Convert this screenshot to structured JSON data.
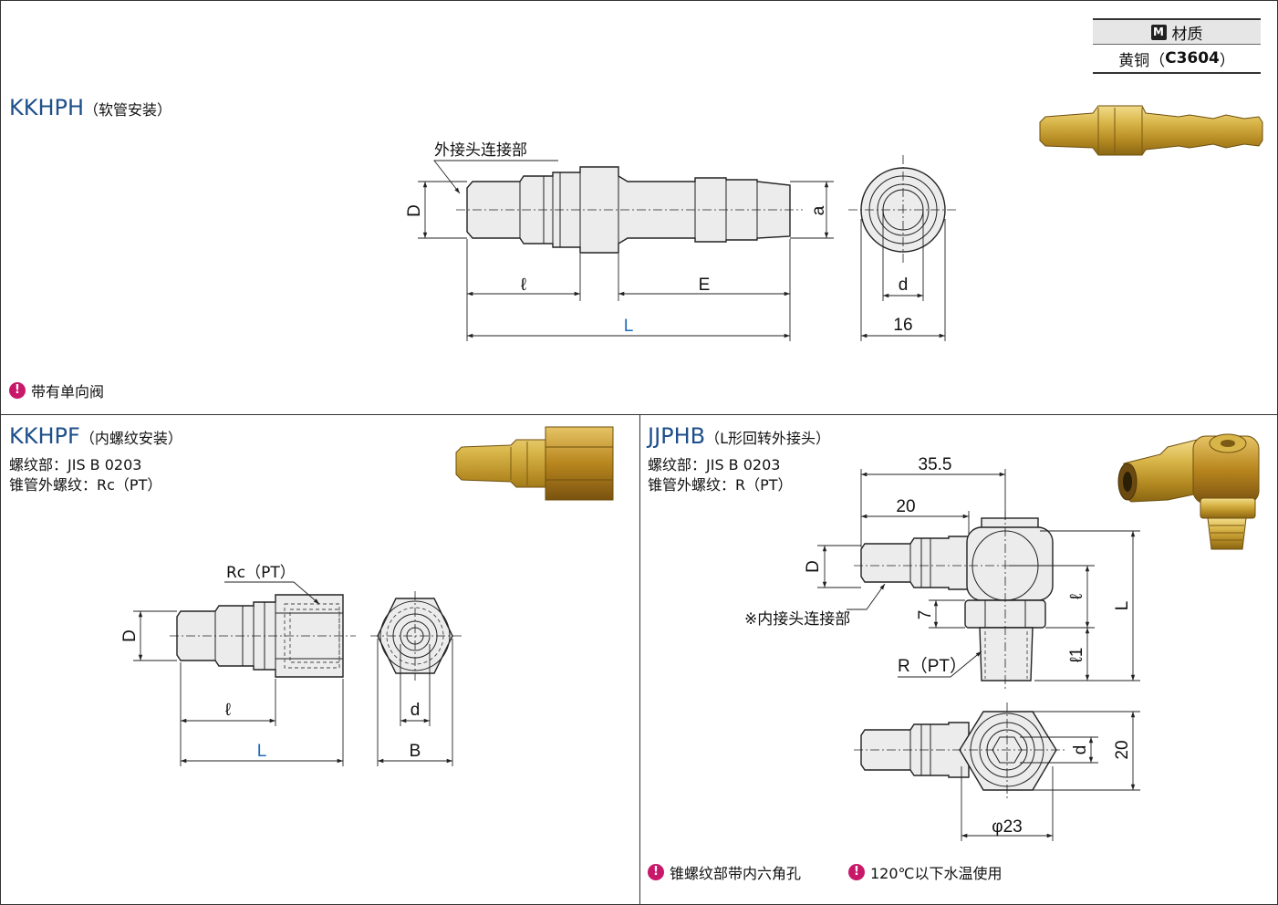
{
  "material": {
    "header": "材质",
    "badge": "M",
    "value_prefix": "黄铜（",
    "value_code": "C3604",
    "value_suffix": "）"
  },
  "kkhph": {
    "title": "KKHPH",
    "title_suffix": "（软管安装）",
    "label_male_connection": "外接头连接部",
    "dims": {
      "D": "D",
      "a": "a",
      "l": "ℓ",
      "E": "E",
      "L": "L",
      "d": "d",
      "w16": "16"
    },
    "note": "带有单向阀"
  },
  "kkhpf": {
    "title": "KKHPF",
    "title_suffix": "（内螺纹安装）",
    "thread": "螺纹部：JIS B 0203",
    "pipe_thread": "锥管外螺纹：Rc（PT）",
    "label_rc": "Rc（PT）",
    "dims": {
      "D": "D",
      "l": "ℓ",
      "L": "L",
      "d": "d",
      "B": "B"
    }
  },
  "jjphb": {
    "title": "JJPHB",
    "title_suffix": "（L形回转外接头）",
    "thread": "螺纹部：JIS B 0203",
    "pipe_thread": "锥管外螺纹：R（PT）",
    "label_female_connection": "※内接头连接部",
    "label_r": "R（PT）",
    "dims": {
      "d355": "35.5",
      "d20a": "20",
      "D": "D",
      "d7": "7",
      "l": "ℓ",
      "l1": "ℓ1",
      "L": "L",
      "d": "d",
      "d20b": "20",
      "phi23": "φ23"
    },
    "note_1": "锥螺纹部带内六角孔",
    "note_2": "120℃以下水温使用"
  },
  "icons": {
    "warning": "warning-icon",
    "material": "material-icon"
  },
  "colors": {
    "title": "#1e4f8a",
    "dimension_L": "#1e6bb8",
    "warning": "#c8186a",
    "brass": "#c9a43a"
  }
}
